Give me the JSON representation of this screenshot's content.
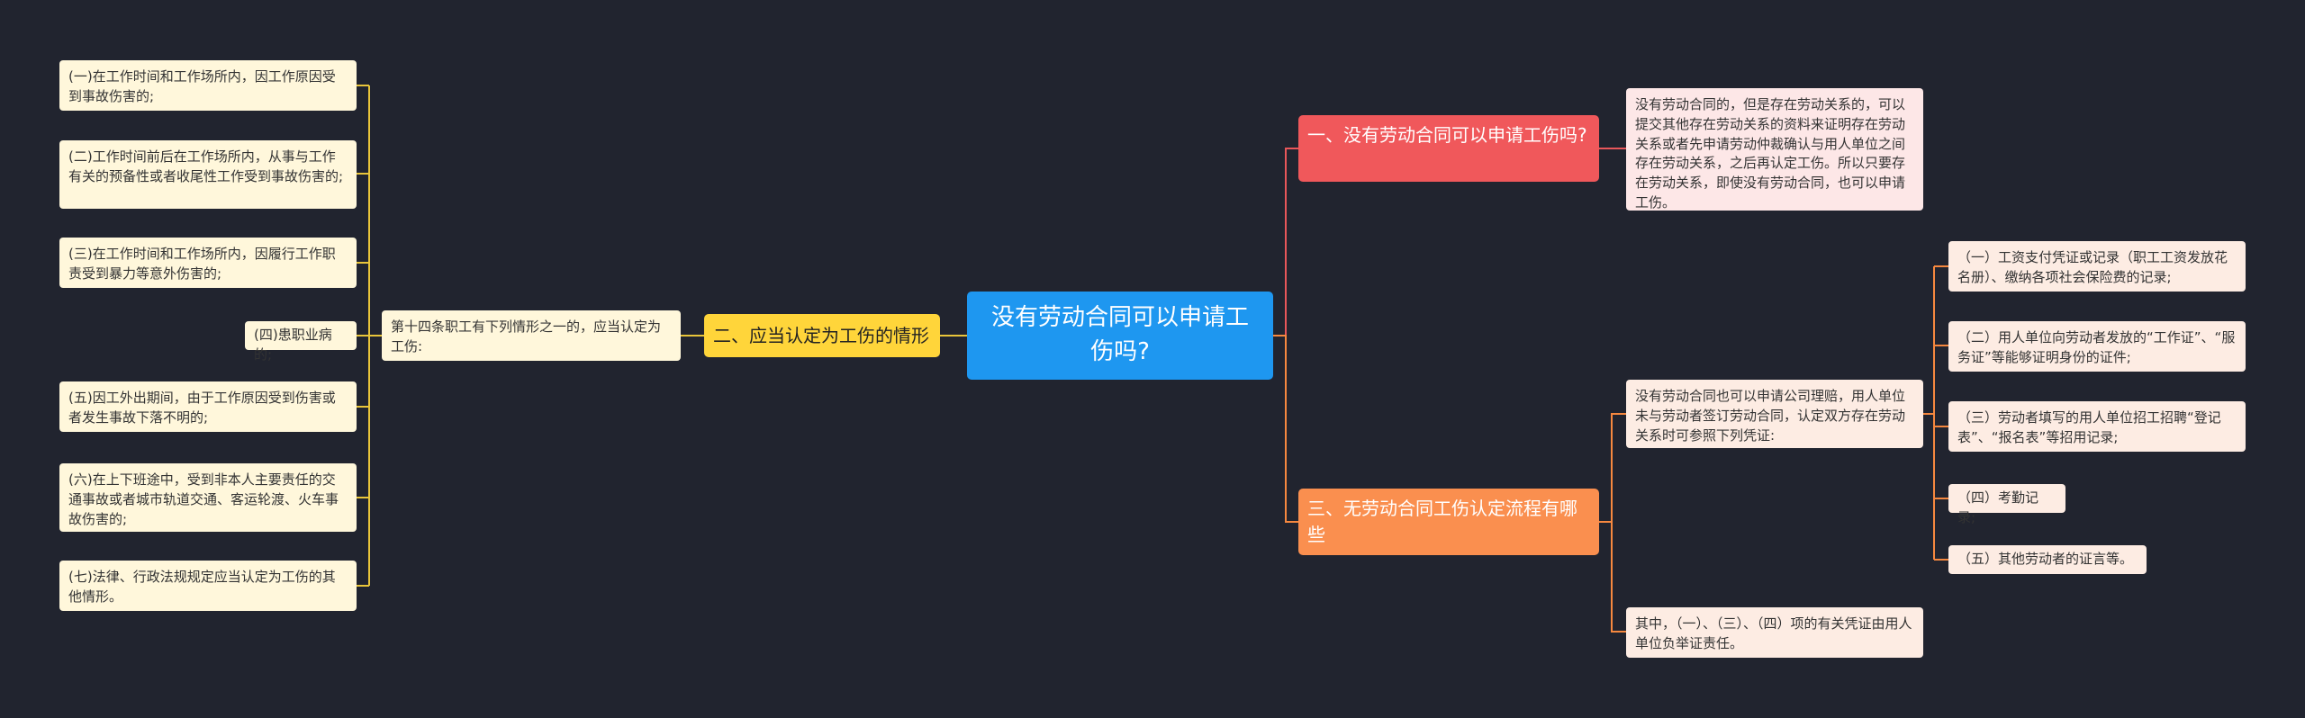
{
  "root": {
    "label": "没有劳动合同可以申请工伤吗?"
  },
  "branches": {
    "b1": {
      "label": "一、没有劳动合同可以申请工伤吗?",
      "leaf": "没有劳动合同的，但是存在劳动关系的，可以提交其他存在劳动关系的资料来证明存在劳动关系或者先申请劳动仲裁确认与用人单位之间存在劳动关系，之后再认定工伤。所以只要存在劳动关系，即使没有劳动合同，也可以申请工伤。"
    },
    "b2": {
      "label": "二、应当认定为工伤的情形",
      "mid": "第十四条职工有下列情形之一的，应当认定为工伤:",
      "items": [
        "(一)在工作时间和工作场所内，因工作原因受到事故伤害的;",
        "(二)工作时间前后在工作场所内，从事与工作有关的预备性或者收尾性工作受到事故伤害的;",
        "(三)在工作时间和工作场所内，因履行工作职责受到暴力等意外伤害的;",
        "(四)患职业病的;",
        "(五)因工外出期间，由于工作原因受到伤害或者发生事故下落不明的;",
        "(六)在上下班途中，受到非本人主要责任的交通事故或者城市轨道交通、客运轮渡、火车事故伤害的;",
        "(七)法律、行政法规规定应当认定为工伤的其他情形。"
      ]
    },
    "b3": {
      "label": "三、无劳动合同工伤认定流程有哪些",
      "mid1": "没有劳动合同也可以申请公司理赔，用人单位未与劳动者签订劳动合同，认定双方存在劳动关系时可参照下列凭证:",
      "items": [
        "（一）工资支付凭证或记录（职工工资发放花名册）、缴纳各项社会保险费的记录;",
        "（二）用人单位向劳动者发放的“工作证”、“服务证”等能够证明身份的证件;",
        "（三）劳动者填写的用人单位招工招聘“登记表”、“报名表”等招用记录;",
        "（四）考勤记录;",
        "（五）其他劳动者的证言等。"
      ],
      "mid2": "其中，（一）、（三）、（四）项的有关凭证由用人单位负举证责任。"
    }
  },
  "colors": {
    "background": "#21242f",
    "root": "#1e97f0",
    "branch_red": "#f0585b",
    "branch_orange": "#fa8f4f",
    "branch_yellow": "#ffd53a",
    "line_red": "#e8575a",
    "line_orange": "#f6883f",
    "line_yellow": "#e9c53a"
  }
}
